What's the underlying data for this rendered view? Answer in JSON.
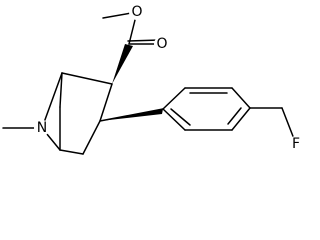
{
  "molecule": {
    "atoms": {
      "ester_carbonyl_oxygen": "O",
      "ester_ether_oxygen": "O",
      "bridge_nitrogen": "N",
      "fluorine": "F"
    },
    "colors": {
      "bond": "#000000",
      "label": "#000000",
      "background": "#ffffff"
    }
  }
}
